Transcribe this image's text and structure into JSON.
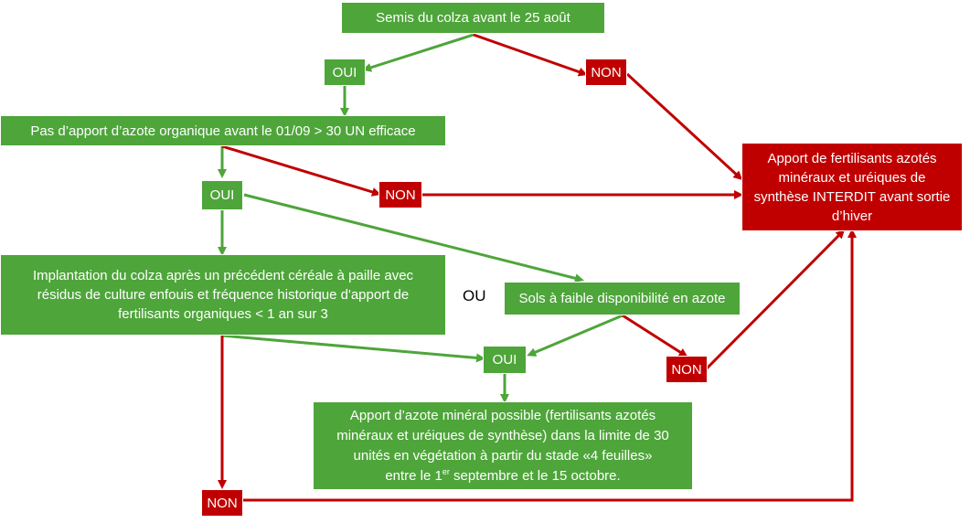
{
  "colors": {
    "green": "#4ea53a",
    "red": "#c00000"
  },
  "nodes": {
    "semis": "Semis du colza avant le 25 août",
    "oui_1": "OUI",
    "non_1": "NON",
    "apport_organique": "Pas d’apport d’azote organique avant le 01/09 > 30 UN efficace",
    "oui_2": "OUI",
    "non_2": "NON",
    "interdit": "Apport de fertilisants azotés minéraux et uréiques de synthèse INTERDIT avant sortie d’hiver",
    "implantation": "Implantation du colza après un précédent céréale à paille avec résidus de culture enfouis et fréquence historique d'apport de fertilisants organiques < 1 an sur 3",
    "ou": "OU",
    "sols": "Sols à faible disponibilité en azote",
    "oui_3": "OUI",
    "non_3": "NON",
    "possible_main": "Apport d’azote minéral possible (fertilisants azotés minéraux et uréiques de synthèse) dans la limite de 30 unités en végétation à partir du stade «4 feuilles»",
    "possible_line_prefix": "entre le 1",
    "possible_sup": "er",
    "possible_line_suffix": " septembre et le 15 octobre.",
    "non_4": "NON"
  }
}
